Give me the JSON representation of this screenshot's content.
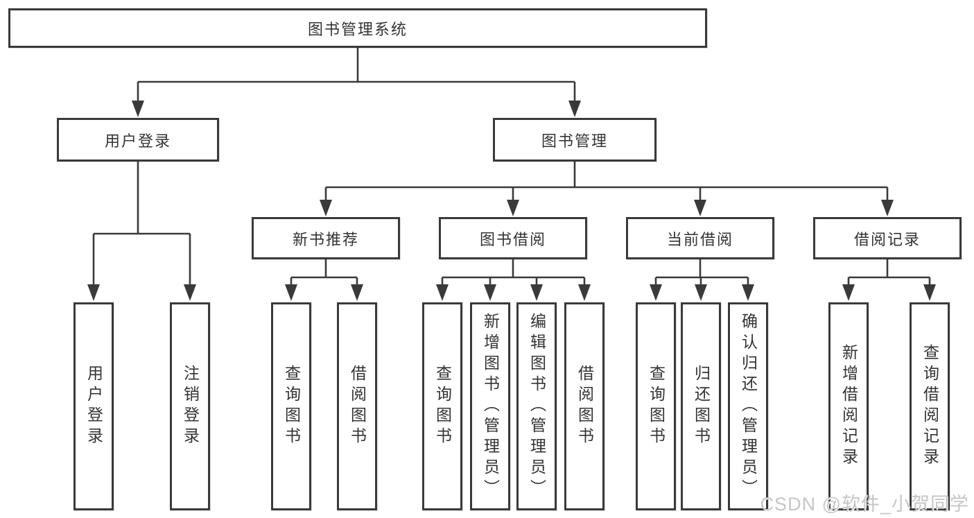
{
  "tree": {
    "label": "图书管理系统",
    "children": [
      {
        "label": "用户登录",
        "children": [
          {
            "label": "用户登录"
          },
          {
            "label": "注销登录"
          }
        ]
      },
      {
        "label": "图书管理",
        "children": [
          {
            "label": "新书推荐",
            "children": [
              {
                "label": "查询图书"
              },
              {
                "label": "借阅图书"
              }
            ]
          },
          {
            "label": "图书借阅",
            "children": [
              {
                "label": "查询图书"
              },
              {
                "label": "新增图书（管理员）"
              },
              {
                "label": "编辑图书（管理员）"
              },
              {
                "label": "借阅图书"
              }
            ]
          },
          {
            "label": "当前借阅",
            "children": [
              {
                "label": "查询图书"
              },
              {
                "label": "归还图书"
              },
              {
                "label": "确认归还（管理员）"
              }
            ]
          },
          {
            "label": "借阅记录",
            "children": [
              {
                "label": "新增借阅记录"
              },
              {
                "label": "查询借阅记录"
              }
            ]
          }
        ]
      }
    ]
  },
  "watermark": {
    "text": "CSDN @软件_小贺同学"
  },
  "colors": {
    "line": "#3a3a3a",
    "box_border": "#3a3a3a",
    "text": "#333333",
    "watermark": "#c6c6c6",
    "background": "#ffffff"
  }
}
